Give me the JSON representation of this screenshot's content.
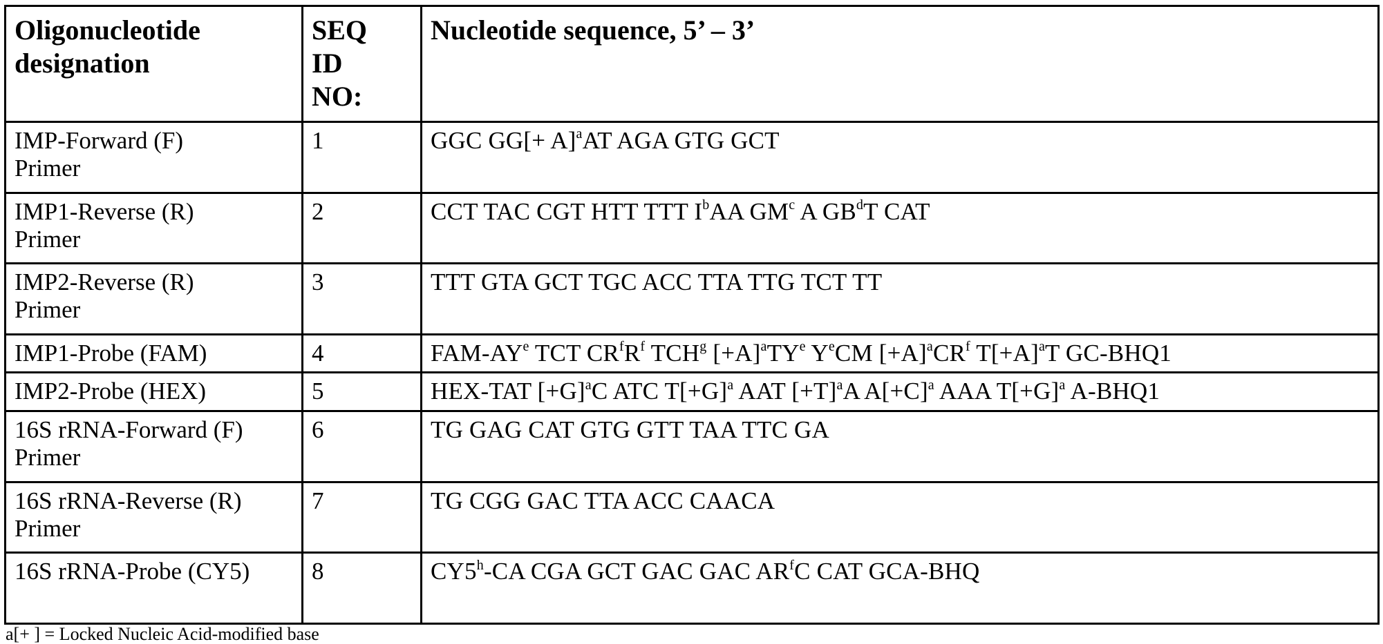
{
  "table": {
    "headers": {
      "designation": "Oligonucleotide designation",
      "seq_id": "SEQ ID NO:",
      "sequence": "Nucleotide sequence, 5’ – 3’"
    },
    "rows": [
      {
        "designation": "IMP-Forward (F) Primer",
        "seq_id": "1",
        "sequence": [
          {
            "t": "GGC GG[+ A]"
          },
          {
            "t": "a",
            "sup": true
          },
          {
            "t": "AT AGA GTG GCT"
          }
        ]
      },
      {
        "designation": "IMP1-Reverse (R) Primer",
        "seq_id": "2",
        "sequence": [
          {
            "t": "CCT TAC CGT HTT TTT I"
          },
          {
            "t": "b",
            "sup": true
          },
          {
            "t": "AA GM"
          },
          {
            "t": "c",
            "sup": true
          },
          {
            "t": " A GB"
          },
          {
            "t": "d",
            "sup": true
          },
          {
            "t": "T CAT"
          }
        ]
      },
      {
        "designation": "IMP2-Reverse (R) Primer",
        "seq_id": "3",
        "sequence": [
          {
            "t": "TTT GTA GCT TGC ACC TTA TTG TCT TT"
          }
        ]
      },
      {
        "designation": "IMP1-Probe (FAM)",
        "seq_id": "4",
        "sequence": [
          {
            "t": "FAM-AY"
          },
          {
            "t": "e",
            "sup": true
          },
          {
            "t": " TCT CR"
          },
          {
            "t": "f",
            "sup": true
          },
          {
            "t": "R"
          },
          {
            "t": "f",
            "sup": true
          },
          {
            "t": " TCH"
          },
          {
            "t": "g",
            "sup": true
          },
          {
            "t": " [+A]"
          },
          {
            "t": "a",
            "sup": true
          },
          {
            "t": "TY"
          },
          {
            "t": "e",
            "sup": true
          },
          {
            "t": " Y"
          },
          {
            "t": "e",
            "sup": true
          },
          {
            "t": "CM [+A]"
          },
          {
            "t": "a",
            "sup": true
          },
          {
            "t": "CR"
          },
          {
            "t": "f",
            "sup": true
          },
          {
            "t": " T[+A]"
          },
          {
            "t": "a",
            "sup": true
          },
          {
            "t": "T GC-BHQ1"
          }
        ]
      },
      {
        "designation": "IMP2-Probe (HEX)",
        "seq_id": "5",
        "sequence": [
          {
            "t": "HEX-TAT [+G]"
          },
          {
            "t": "a",
            "sup": true
          },
          {
            "t": "C ATC T[+G]"
          },
          {
            "t": "a",
            "sup": true
          },
          {
            "t": " AAT [+T]"
          },
          {
            "t": "a",
            "sup": true
          },
          {
            "t": "A A[+C]"
          },
          {
            "t": "a",
            "sup": true
          },
          {
            "t": " AAA T[+G]"
          },
          {
            "t": "a",
            "sup": true
          },
          {
            "t": " A-BHQ1"
          }
        ]
      },
      {
        "designation": "16S rRNA-Forward (F) Primer",
        "seq_id": "6",
        "sequence": [
          {
            "t": "TG GAG CAT GTG GTT TAA TTC GA"
          }
        ]
      },
      {
        "designation": "16S rRNA-Reverse (R) Primer",
        "seq_id": "7",
        "sequence": [
          {
            "t": "TG CGG GAC TTA ACC CAACA"
          }
        ]
      },
      {
        "designation": "16S rRNA-Probe (CY5)",
        "seq_id": "8",
        "sequence": [
          {
            "t": "CY5"
          },
          {
            "t": "h",
            "sup": true
          },
          {
            "t": "-CA CGA GCT GAC GAC AR"
          },
          {
            "t": "f",
            "sup": true
          },
          {
            "t": "C CAT GCA-BHQ"
          }
        ]
      }
    ]
  },
  "footnote": "a[+ ] = Locked Nucleic Acid-modified base"
}
